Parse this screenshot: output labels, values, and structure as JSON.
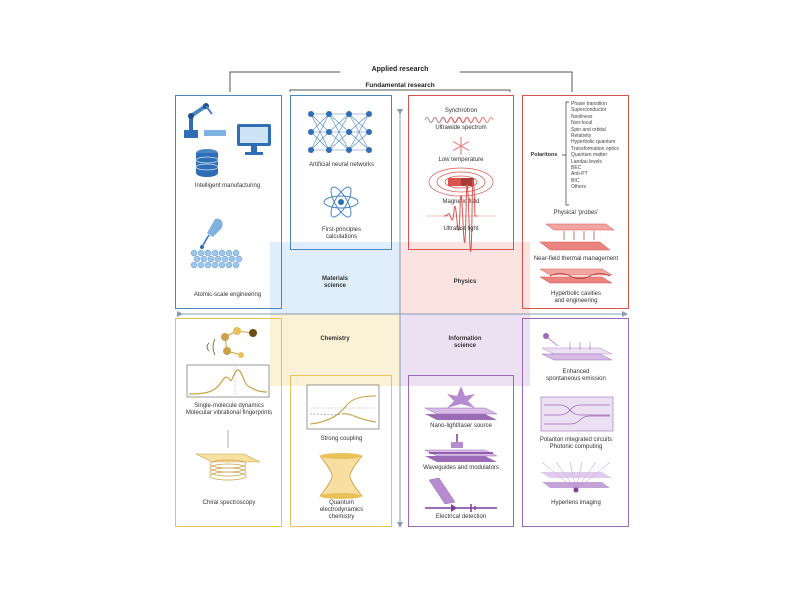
{
  "headers": {
    "applied": "Applied research",
    "fundamental": "Fundamental research"
  },
  "colors": {
    "blue": "#4a86c5",
    "red": "#d9534f",
    "yellow": "#e8c15a",
    "purple": "#9b6bb5",
    "blue_bg": "#dfeefa",
    "red_bg": "#fbe3e1",
    "yellow_bg": "#fbf1d6",
    "purple_bg": "#ece0f3"
  },
  "quadrants": {
    "materials": "Materials\nscience",
    "physics": "Physics",
    "chemistry": "Chemistry",
    "information": "Information\nscience"
  },
  "blue_outer": {
    "manufacturing": "Intelligent manufacturing",
    "atomic": "Atomic-scale engineering"
  },
  "blue_inner": {
    "ann": "Artificial neural networks",
    "first_principles": "First-principles\ncalculations"
  },
  "red_inner": {
    "synchrotron": "Synchrotron",
    "ultrawide": "Ultrawide spectrum",
    "lowtemp": "Low temperature",
    "magnetic": "Magnetic field",
    "ultrafast": "Ultrafast light"
  },
  "red_outer": {
    "polaritons": "Polaritons",
    "probes": "Physical ‘probes’",
    "thermal": "Near-field thermal management",
    "hyperbolic": "Hyperbolic cavities\nand engineering",
    "items": [
      "Phase transition",
      "Superconductor",
      "Nonlinear",
      "Non-local",
      "Spin and orbital",
      "Relativity",
      "Hyperbolic quantum",
      "Transformation optics",
      "Quantum matter",
      "Landau levels",
      "BEC",
      "Anti-PT",
      "BIC",
      "Others"
    ]
  },
  "yellow_outer": {
    "single": "Single-molecule dynamics\nMolecular vibrational fingerprints",
    "chiral": "Chiral spectroscopy"
  },
  "yellow_inner": {
    "strong": "Strong coupling",
    "qed": "Quantum\nelectrodynamics\nchemistry"
  },
  "purple_inner": {
    "nano": "Nano-light/laser source",
    "waveguides": "Waveguides and modulators",
    "electrical": "Electrical detection"
  },
  "purple_outer": {
    "enhanced": "Enhanced\nspontaneous emission",
    "circuits": "Polariton integrated circuits\nPhotonic computing",
    "hyperlens": "Hyperlens imaging"
  }
}
